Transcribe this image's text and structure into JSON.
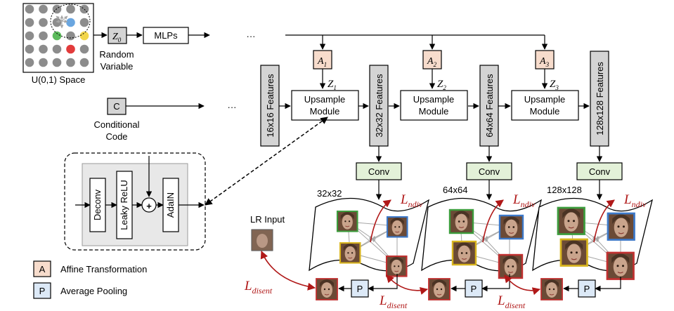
{
  "latent": {
    "space_label": "U(0,1) Space",
    "dot_colors": {
      "grey": "#8c8c8c",
      "blue": "#6aa6e0",
      "green": "#5cbb5c",
      "yellow": "#f2d64b",
      "red": "#e23b3b"
    },
    "z0": "Z",
    "z0_sub": "0",
    "random_variable_line1": "Random",
    "random_variable_line2": "Variable",
    "mlps": "MLPs",
    "ellipsis": "···"
  },
  "conditional": {
    "code": "C",
    "line1": "Conditional",
    "line2": "Code",
    "ellipsis": "···"
  },
  "features": {
    "f16": "16x16 Features",
    "f32": "32x32 Features",
    "f64": "64x64 Features",
    "f128": "128x128 Features"
  },
  "affine": [
    {
      "letter": "A",
      "sub": "1"
    },
    {
      "letter": "A",
      "sub": "2"
    },
    {
      "letter": "A",
      "sub": "3"
    }
  ],
  "zs": [
    {
      "letter": "Z",
      "sub": "1"
    },
    {
      "letter": "Z",
      "sub": "2"
    },
    {
      "letter": "Z",
      "sub": "3"
    }
  ],
  "upsample": {
    "line1": "Upsample",
    "line2": "Module"
  },
  "conv": "Conv",
  "module_detail": {
    "deconv": "Deconv",
    "leaky_relu": "Leaky ReLU",
    "plus": "+",
    "adain": "AdaIN"
  },
  "resolutions": [
    "32x32",
    "64x64",
    "128x128"
  ],
  "loss": {
    "ndiv": "L",
    "ndiv_sub": "ndiv",
    "disent": "L",
    "disent_sub": "disent"
  },
  "lr_input": "LR Input",
  "pool": "P",
  "legend": {
    "affine_letter": "A",
    "affine_text": "Affine Transformation",
    "pool_letter": "P",
    "pool_text": "Average Pooling"
  },
  "colors": {
    "affine_fill": "#f7dccc",
    "pool_fill": "#dce9f7",
    "conv_fill": "#e3f1d8",
    "feature_fill": "#d4d4d4",
    "loss": "#b01818",
    "frame_green": "#3c9c3c",
    "frame_blue": "#3c78c8",
    "frame_yellow": "#d8b41e",
    "frame_red": "#c03030"
  }
}
